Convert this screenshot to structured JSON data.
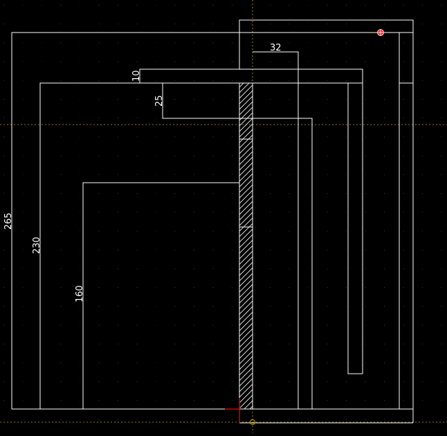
{
  "colors": {
    "background": "#000000",
    "geometry": "#ffffff",
    "grid_dots": "#3a3a3a",
    "crosshair": "#c8a000",
    "origin_marker": "#d00000",
    "snap_marker": "#ff2020"
  },
  "dimensions": {
    "d265": "265",
    "d230": "230",
    "d160": "160",
    "d10": "10",
    "d25": "25",
    "d32": "32"
  }
}
